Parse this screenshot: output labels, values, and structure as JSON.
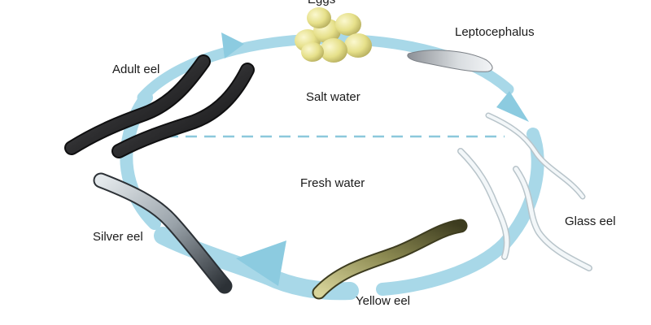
{
  "diagram": {
    "zones": {
      "upper": "Salt water",
      "lower": "Fresh water"
    },
    "stages": [
      {
        "id": "eggs",
        "label": "Eggs"
      },
      {
        "id": "leptocephalus",
        "label": "Leptocephalus"
      },
      {
        "id": "glass-eel",
        "label": "Glass eel"
      },
      {
        "id": "yellow-eel",
        "label": "Yellow eel"
      },
      {
        "id": "silver-eel",
        "label": "Silver eel"
      },
      {
        "id": "adult-eel",
        "label": "Adult eel"
      }
    ],
    "colors": {
      "cycle_arrow": "#9fd4e6",
      "boundary_line": "#8cc8dc",
      "egg": "#e6e08a",
      "leptocephalus": "#c9ccd1",
      "glass_eel": "#e9eff2",
      "yellow_eel": "#8c8a52",
      "silver_eel": "#9aa3aa",
      "adult_eel": "#2e2e30"
    }
  }
}
